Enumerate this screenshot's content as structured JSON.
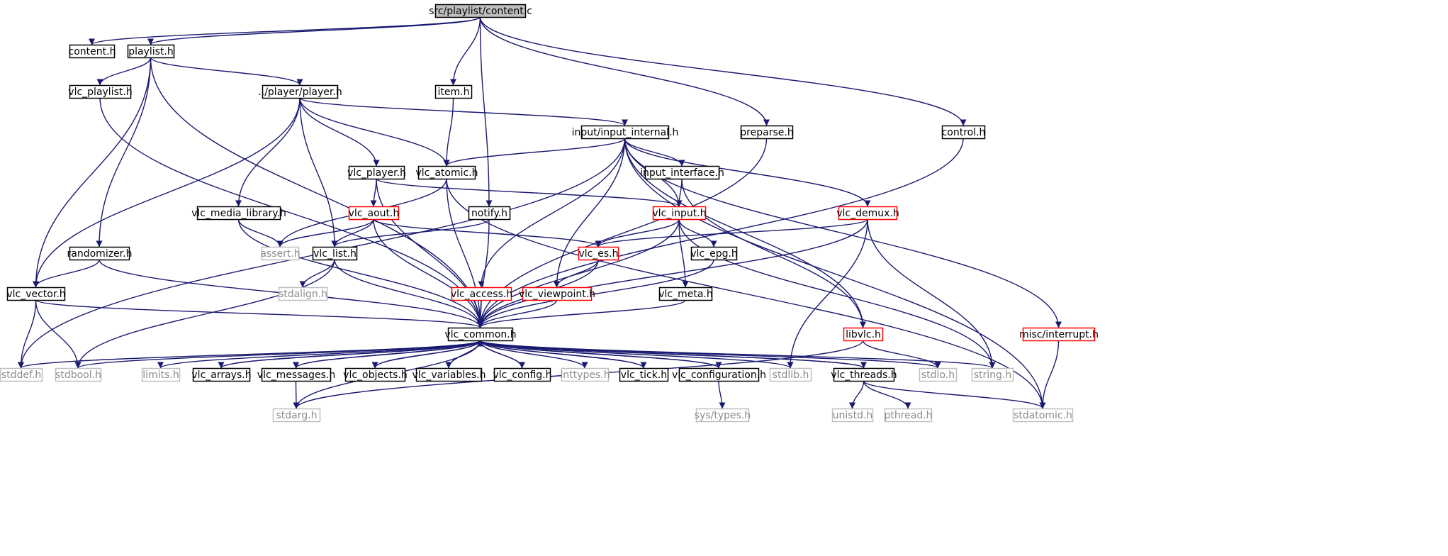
{
  "diagram": {
    "colors": {
      "edge": "#191970",
      "border_default": "#000000",
      "border_incomplete": "#ff0000",
      "border_system": "#bfbfbf",
      "fill_root": "#bfbfbf",
      "text_default": "#000000",
      "text_system": "#8c8c8c"
    },
    "nodes": [
      {
        "id": "n_root",
        "label": "src/playlist/content.c",
        "kind": "root"
      },
      {
        "id": "n_content",
        "label": "content.h",
        "kind": "normal"
      },
      {
        "id": "n_playlist",
        "label": "playlist.h",
        "kind": "normal"
      },
      {
        "id": "n_item",
        "label": "item.h",
        "kind": "normal"
      },
      {
        "id": "n_preparse",
        "label": "preparse.h",
        "kind": "normal"
      },
      {
        "id": "n_control",
        "label": "control.h",
        "kind": "normal"
      },
      {
        "id": "n_vlcplaylist",
        "label": "vlc_playlist.h",
        "kind": "normal"
      },
      {
        "id": "n_player",
        "label": "../player/player.h",
        "kind": "normal"
      },
      {
        "id": "n_inputinternal",
        "label": "input/input_internal.h",
        "kind": "normal"
      },
      {
        "id": "n_vlcplayer",
        "label": "vlc_player.h",
        "kind": "normal"
      },
      {
        "id": "n_vlcatomic",
        "label": "vlc_atomic.h",
        "kind": "normal"
      },
      {
        "id": "n_inputinterface",
        "label": "input_interface.h",
        "kind": "normal"
      },
      {
        "id": "n_vlcmedialibrary",
        "label": "vlc_media_library.h",
        "kind": "normal"
      },
      {
        "id": "n_vlcaout",
        "label": "vlc_aout.h",
        "kind": "incomplete"
      },
      {
        "id": "n_notify",
        "label": "notify.h",
        "kind": "normal"
      },
      {
        "id": "n_vlcinput",
        "label": "vlc_input.h",
        "kind": "incomplete"
      },
      {
        "id": "n_vlcdemux",
        "label": "vlc_demux.h",
        "kind": "incomplete"
      },
      {
        "id": "n_randomizer",
        "label": "randomizer.h",
        "kind": "normal"
      },
      {
        "id": "n_assert",
        "label": "assert.h",
        "kind": "system"
      },
      {
        "id": "n_vlclist",
        "label": "vlc_list.h",
        "kind": "normal"
      },
      {
        "id": "n_vlces",
        "label": "vlc_es.h",
        "kind": "incomplete"
      },
      {
        "id": "n_vlcepg",
        "label": "vlc_epg.h",
        "kind": "normal"
      },
      {
        "id": "n_vlcvector",
        "label": "vlc_vector.h",
        "kind": "normal"
      },
      {
        "id": "n_stdalign",
        "label": "stdalign.h",
        "kind": "system"
      },
      {
        "id": "n_vlcaccess",
        "label": "vlc_access.h",
        "kind": "incomplete"
      },
      {
        "id": "n_vlcviewpoint",
        "label": "vlc_viewpoint.h",
        "kind": "incomplete"
      },
      {
        "id": "n_vlcmeta",
        "label": "vlc_meta.h",
        "kind": "normal"
      },
      {
        "id": "n_vlccommon",
        "label": "vlc_common.h",
        "kind": "normal"
      },
      {
        "id": "n_libvlc",
        "label": "libvlc.h",
        "kind": "incomplete"
      },
      {
        "id": "n_interrupt",
        "label": "misc/interrupt.h",
        "kind": "incomplete"
      },
      {
        "id": "n_stddef",
        "label": "stddef.h",
        "kind": "system"
      },
      {
        "id": "n_stdbool",
        "label": "stdbool.h",
        "kind": "system"
      },
      {
        "id": "n_limits",
        "label": "limits.h",
        "kind": "system"
      },
      {
        "id": "n_vlcarrays",
        "label": "vlc_arrays.h",
        "kind": "normal"
      },
      {
        "id": "n_vlcmessages",
        "label": "vlc_messages.h",
        "kind": "normal"
      },
      {
        "id": "n_vlcobjects",
        "label": "vlc_objects.h",
        "kind": "normal"
      },
      {
        "id": "n_vlcvariables",
        "label": "vlc_variables.h",
        "kind": "normal"
      },
      {
        "id": "n_vlcconfig",
        "label": "vlc_config.h",
        "kind": "normal"
      },
      {
        "id": "n_inttypes",
        "label": "inttypes.h",
        "kind": "system"
      },
      {
        "id": "n_vlctick",
        "label": "vlc_tick.h",
        "kind": "normal"
      },
      {
        "id": "n_vlcconfiguration",
        "label": "vlc_configuration.h",
        "kind": "normal"
      },
      {
        "id": "n_stdlib",
        "label": "stdlib.h",
        "kind": "system"
      },
      {
        "id": "n_vlcthreads",
        "label": "vlc_threads.h",
        "kind": "normal"
      },
      {
        "id": "n_stdio",
        "label": "stdio.h",
        "kind": "system"
      },
      {
        "id": "n_string",
        "label": "string.h",
        "kind": "system"
      },
      {
        "id": "n_stdarg",
        "label": "stdarg.h",
        "kind": "system"
      },
      {
        "id": "n_systypes",
        "label": "sys/types.h",
        "kind": "system"
      },
      {
        "id": "n_unistd",
        "label": "unistd.h",
        "kind": "system"
      },
      {
        "id": "n_pthread",
        "label": "pthread.h",
        "kind": "system"
      },
      {
        "id": "n_stdatomic",
        "label": "stdatomic.h",
        "kind": "system"
      }
    ],
    "edges": [
      [
        "n_root",
        "n_content"
      ],
      [
        "n_root",
        "n_playlist"
      ],
      [
        "n_root",
        "n_item"
      ],
      [
        "n_root",
        "n_notify"
      ],
      [
        "n_root",
        "n_preparse"
      ],
      [
        "n_root",
        "n_control"
      ],
      [
        "n_playlist",
        "n_vlcplaylist"
      ],
      [
        "n_playlist",
        "n_player"
      ],
      [
        "n_playlist",
        "n_randomizer"
      ],
      [
        "n_playlist",
        "n_vlcvector"
      ],
      [
        "n_playlist",
        "n_vlccommon"
      ],
      [
        "n_vlcplaylist",
        "n_vlccommon"
      ],
      [
        "n_player",
        "n_inputinternal"
      ],
      [
        "n_player",
        "n_vlcplayer"
      ],
      [
        "n_player",
        "n_vlcatomic"
      ],
      [
        "n_player",
        "n_vlcmedialibrary"
      ],
      [
        "n_player",
        "n_vlclist"
      ],
      [
        "n_player",
        "n_vlcvector"
      ],
      [
        "n_item",
        "n_vlcatomic"
      ],
      [
        "n_preparse",
        "n_vlccommon"
      ],
      [
        "n_control",
        "n_vlccommon"
      ],
      [
        "n_inputinternal",
        "n_vlcatomic"
      ],
      [
        "n_inputinternal",
        "n_inputinterface"
      ],
      [
        "n_inputinternal",
        "n_vlcinput"
      ],
      [
        "n_inputinternal",
        "n_vlcdemux"
      ],
      [
        "n_inputinternal",
        "n_vlcaccess"
      ],
      [
        "n_inputinternal",
        "n_vlcviewpoint"
      ],
      [
        "n_inputinternal",
        "n_libvlc"
      ],
      [
        "n_inputinternal",
        "n_interrupt"
      ],
      [
        "n_inputinternal",
        "n_stdatomic"
      ],
      [
        "n_inputinternal",
        "n_stddef"
      ],
      [
        "n_vlcplayer",
        "n_vlcaout"
      ],
      [
        "n_vlcplayer",
        "n_vlcinput"
      ],
      [
        "n_vlcplayer",
        "n_vlccommon"
      ],
      [
        "n_vlcatomic",
        "n_assert"
      ],
      [
        "n_vlcatomic",
        "n_vlccommon"
      ],
      [
        "n_vlcatomic",
        "n_stdatomic"
      ],
      [
        "n_inputinterface",
        "n_vlcinput"
      ],
      [
        "n_inputinterface",
        "n_libvlc"
      ],
      [
        "n_vlcmedialibrary",
        "n_assert"
      ],
      [
        "n_vlcmedialibrary",
        "n_vlccommon"
      ],
      [
        "n_vlcaout",
        "n_assert"
      ],
      [
        "n_vlcaout",
        "n_vlclist"
      ],
      [
        "n_vlcaout",
        "n_vlces"
      ],
      [
        "n_vlcaout",
        "n_vlccommon"
      ],
      [
        "n_notify",
        "n_vlclist"
      ],
      [
        "n_notify",
        "n_vlccommon"
      ],
      [
        "n_vlcinput",
        "n_vlces"
      ],
      [
        "n_vlcinput",
        "n_vlcepg"
      ],
      [
        "n_vlcinput",
        "n_vlcmeta"
      ],
      [
        "n_vlcinput",
        "n_vlccommon"
      ],
      [
        "n_vlcinput",
        "n_string"
      ],
      [
        "n_vlcdemux",
        "n_vlces"
      ],
      [
        "n_vlcdemux",
        "n_vlccommon"
      ],
      [
        "n_vlcdemux",
        "n_stdlib"
      ],
      [
        "n_vlcdemux",
        "n_string"
      ],
      [
        "n_randomizer",
        "n_vlcvector"
      ],
      [
        "n_randomizer",
        "n_vlccommon"
      ],
      [
        "n_vlclist",
        "n_stdalign"
      ],
      [
        "n_vlclist",
        "n_stdbool"
      ],
      [
        "n_vlclist",
        "n_vlccommon"
      ],
      [
        "n_vlces",
        "n_vlcviewpoint"
      ],
      [
        "n_vlces",
        "n_vlccommon"
      ],
      [
        "n_vlcepg",
        "n_vlccommon"
      ],
      [
        "n_vlcvector",
        "n_stddef"
      ],
      [
        "n_vlcvector",
        "n_stdbool"
      ],
      [
        "n_vlcvector",
        "n_vlccommon"
      ],
      [
        "n_vlcaccess",
        "n_vlccommon"
      ],
      [
        "n_vlcviewpoint",
        "n_vlccommon"
      ],
      [
        "n_vlcmeta",
        "n_vlccommon"
      ],
      [
        "n_libvlc",
        "n_stdio"
      ],
      [
        "n_libvlc",
        "n_stdarg"
      ],
      [
        "n_interrupt",
        "n_stdatomic"
      ],
      [
        "n_vlccommon",
        "n_stddef"
      ],
      [
        "n_vlccommon",
        "n_stdbool"
      ],
      [
        "n_vlccommon",
        "n_limits"
      ],
      [
        "n_vlccommon",
        "n_vlcarrays"
      ],
      [
        "n_vlccommon",
        "n_vlcmessages"
      ],
      [
        "n_vlccommon",
        "n_vlcobjects"
      ],
      [
        "n_vlccommon",
        "n_vlcvariables"
      ],
      [
        "n_vlccommon",
        "n_vlcconfig"
      ],
      [
        "n_vlccommon",
        "n_inttypes"
      ],
      [
        "n_vlccommon",
        "n_vlctick"
      ],
      [
        "n_vlccommon",
        "n_vlcconfiguration"
      ],
      [
        "n_vlccommon",
        "n_stdlib"
      ],
      [
        "n_vlccommon",
        "n_vlcthreads"
      ],
      [
        "n_vlccommon",
        "n_stdio"
      ],
      [
        "n_vlccommon",
        "n_string"
      ],
      [
        "n_vlccommon",
        "n_stdarg"
      ],
      [
        "n_vlcarrays",
        "n_vlccommon"
      ],
      [
        "n_vlcmessages",
        "n_vlccommon"
      ],
      [
        "n_vlcmessages",
        "n_stdarg"
      ],
      [
        "n_vlcobjects",
        "n_vlccommon"
      ],
      [
        "n_vlcvariables",
        "n_vlccommon"
      ],
      [
        "n_vlcconfig",
        "n_vlccommon"
      ],
      [
        "n_vlctick",
        "n_vlccommon"
      ],
      [
        "n_vlcconfiguration",
        "n_vlccommon"
      ],
      [
        "n_vlcconfiguration",
        "n_systypes"
      ],
      [
        "n_vlcthreads",
        "n_vlccommon"
      ],
      [
        "n_vlcthreads",
        "n_unistd"
      ],
      [
        "n_vlcthreads",
        "n_pthread"
      ],
      [
        "n_vlcthreads",
        "n_stdatomic"
      ]
    ]
  }
}
